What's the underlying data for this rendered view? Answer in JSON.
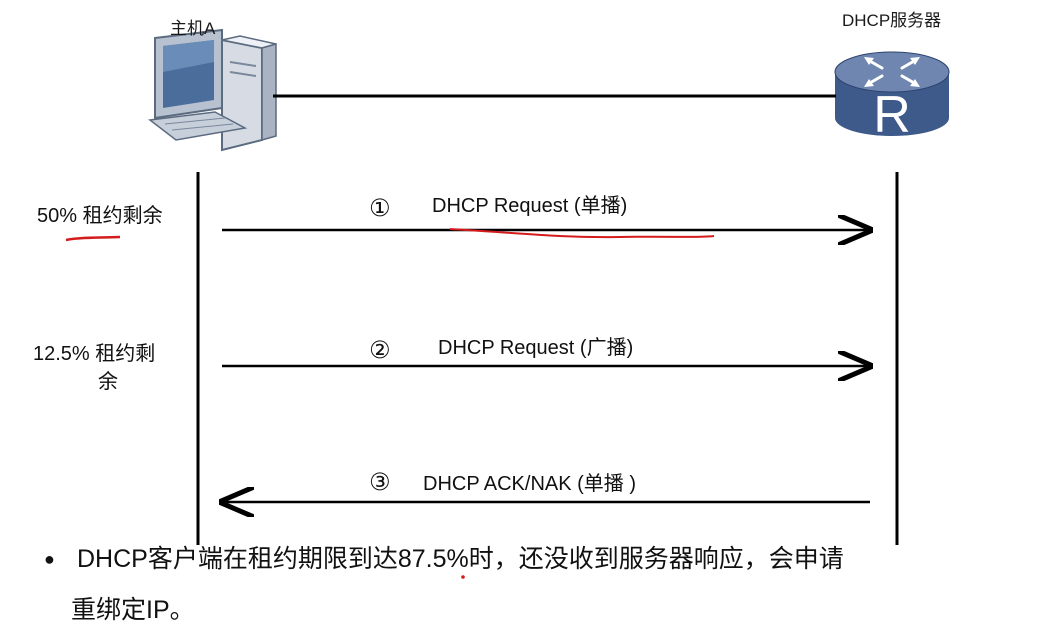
{
  "nodes": {
    "host_label": "主机A",
    "server_label": "DHCP服务器"
  },
  "messages": [
    {
      "number": "①",
      "label": "DHCP Request (单播)",
      "direction": "client-to-server"
    },
    {
      "number": "②",
      "label": "DHCP Request (广播)",
      "direction": "client-to-server"
    },
    {
      "number": "③",
      "label": "DHCP ACK/NAK (单播 )",
      "direction": "server-to-client"
    }
  ],
  "side_notes": {
    "note1": "50% 租约剩余",
    "note2_line1": "12.5% 租约剩",
    "note2_line2": "余"
  },
  "bullet": {
    "symbol": "●",
    "line1": "DHCP客户端在租约期限到达87.5%时，还没收到服务器响应，会申请",
    "line2": "重绑定IP。"
  },
  "colors": {
    "router_top": "#6f87b0",
    "router_body": "#3d5a8a",
    "annotation_red": "#d41c1c"
  }
}
